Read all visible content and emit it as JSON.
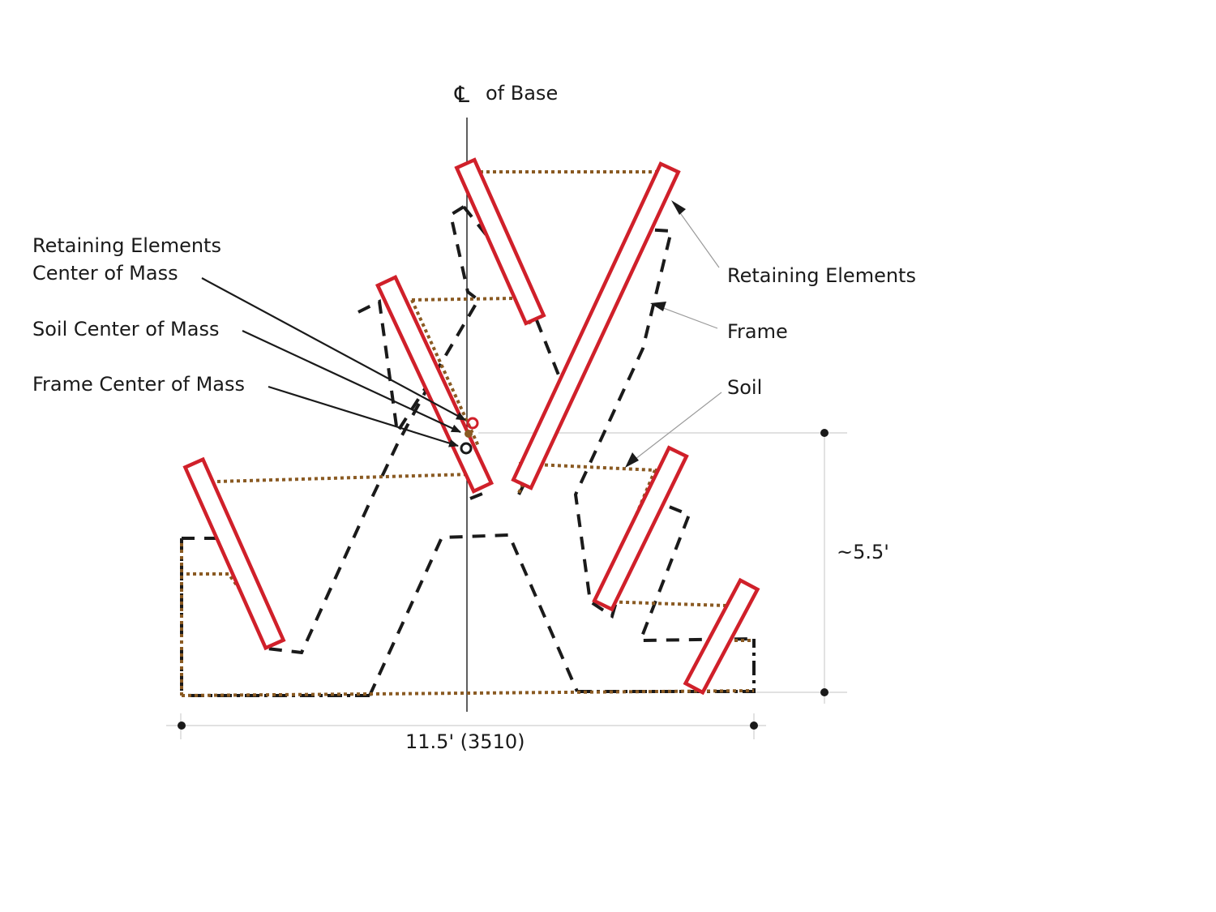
{
  "centerline": {
    "symbol": "℄",
    "label": "of Base"
  },
  "labels": {
    "retaining_com_line1": "Retaining Elements",
    "retaining_com_line2": "Center of Mass",
    "soil_com": "Soil Center of Mass",
    "frame_com": "Frame Center of Mass",
    "retaining_elements": "Retaining Elements",
    "frame": "Frame",
    "soil": "Soil"
  },
  "dimensions": {
    "height": "~5.5'",
    "width": "11.5' (3510)"
  },
  "colors": {
    "retaining": "#d0202a",
    "soil": "#8a5a22",
    "frame": "#1a1a1a"
  }
}
